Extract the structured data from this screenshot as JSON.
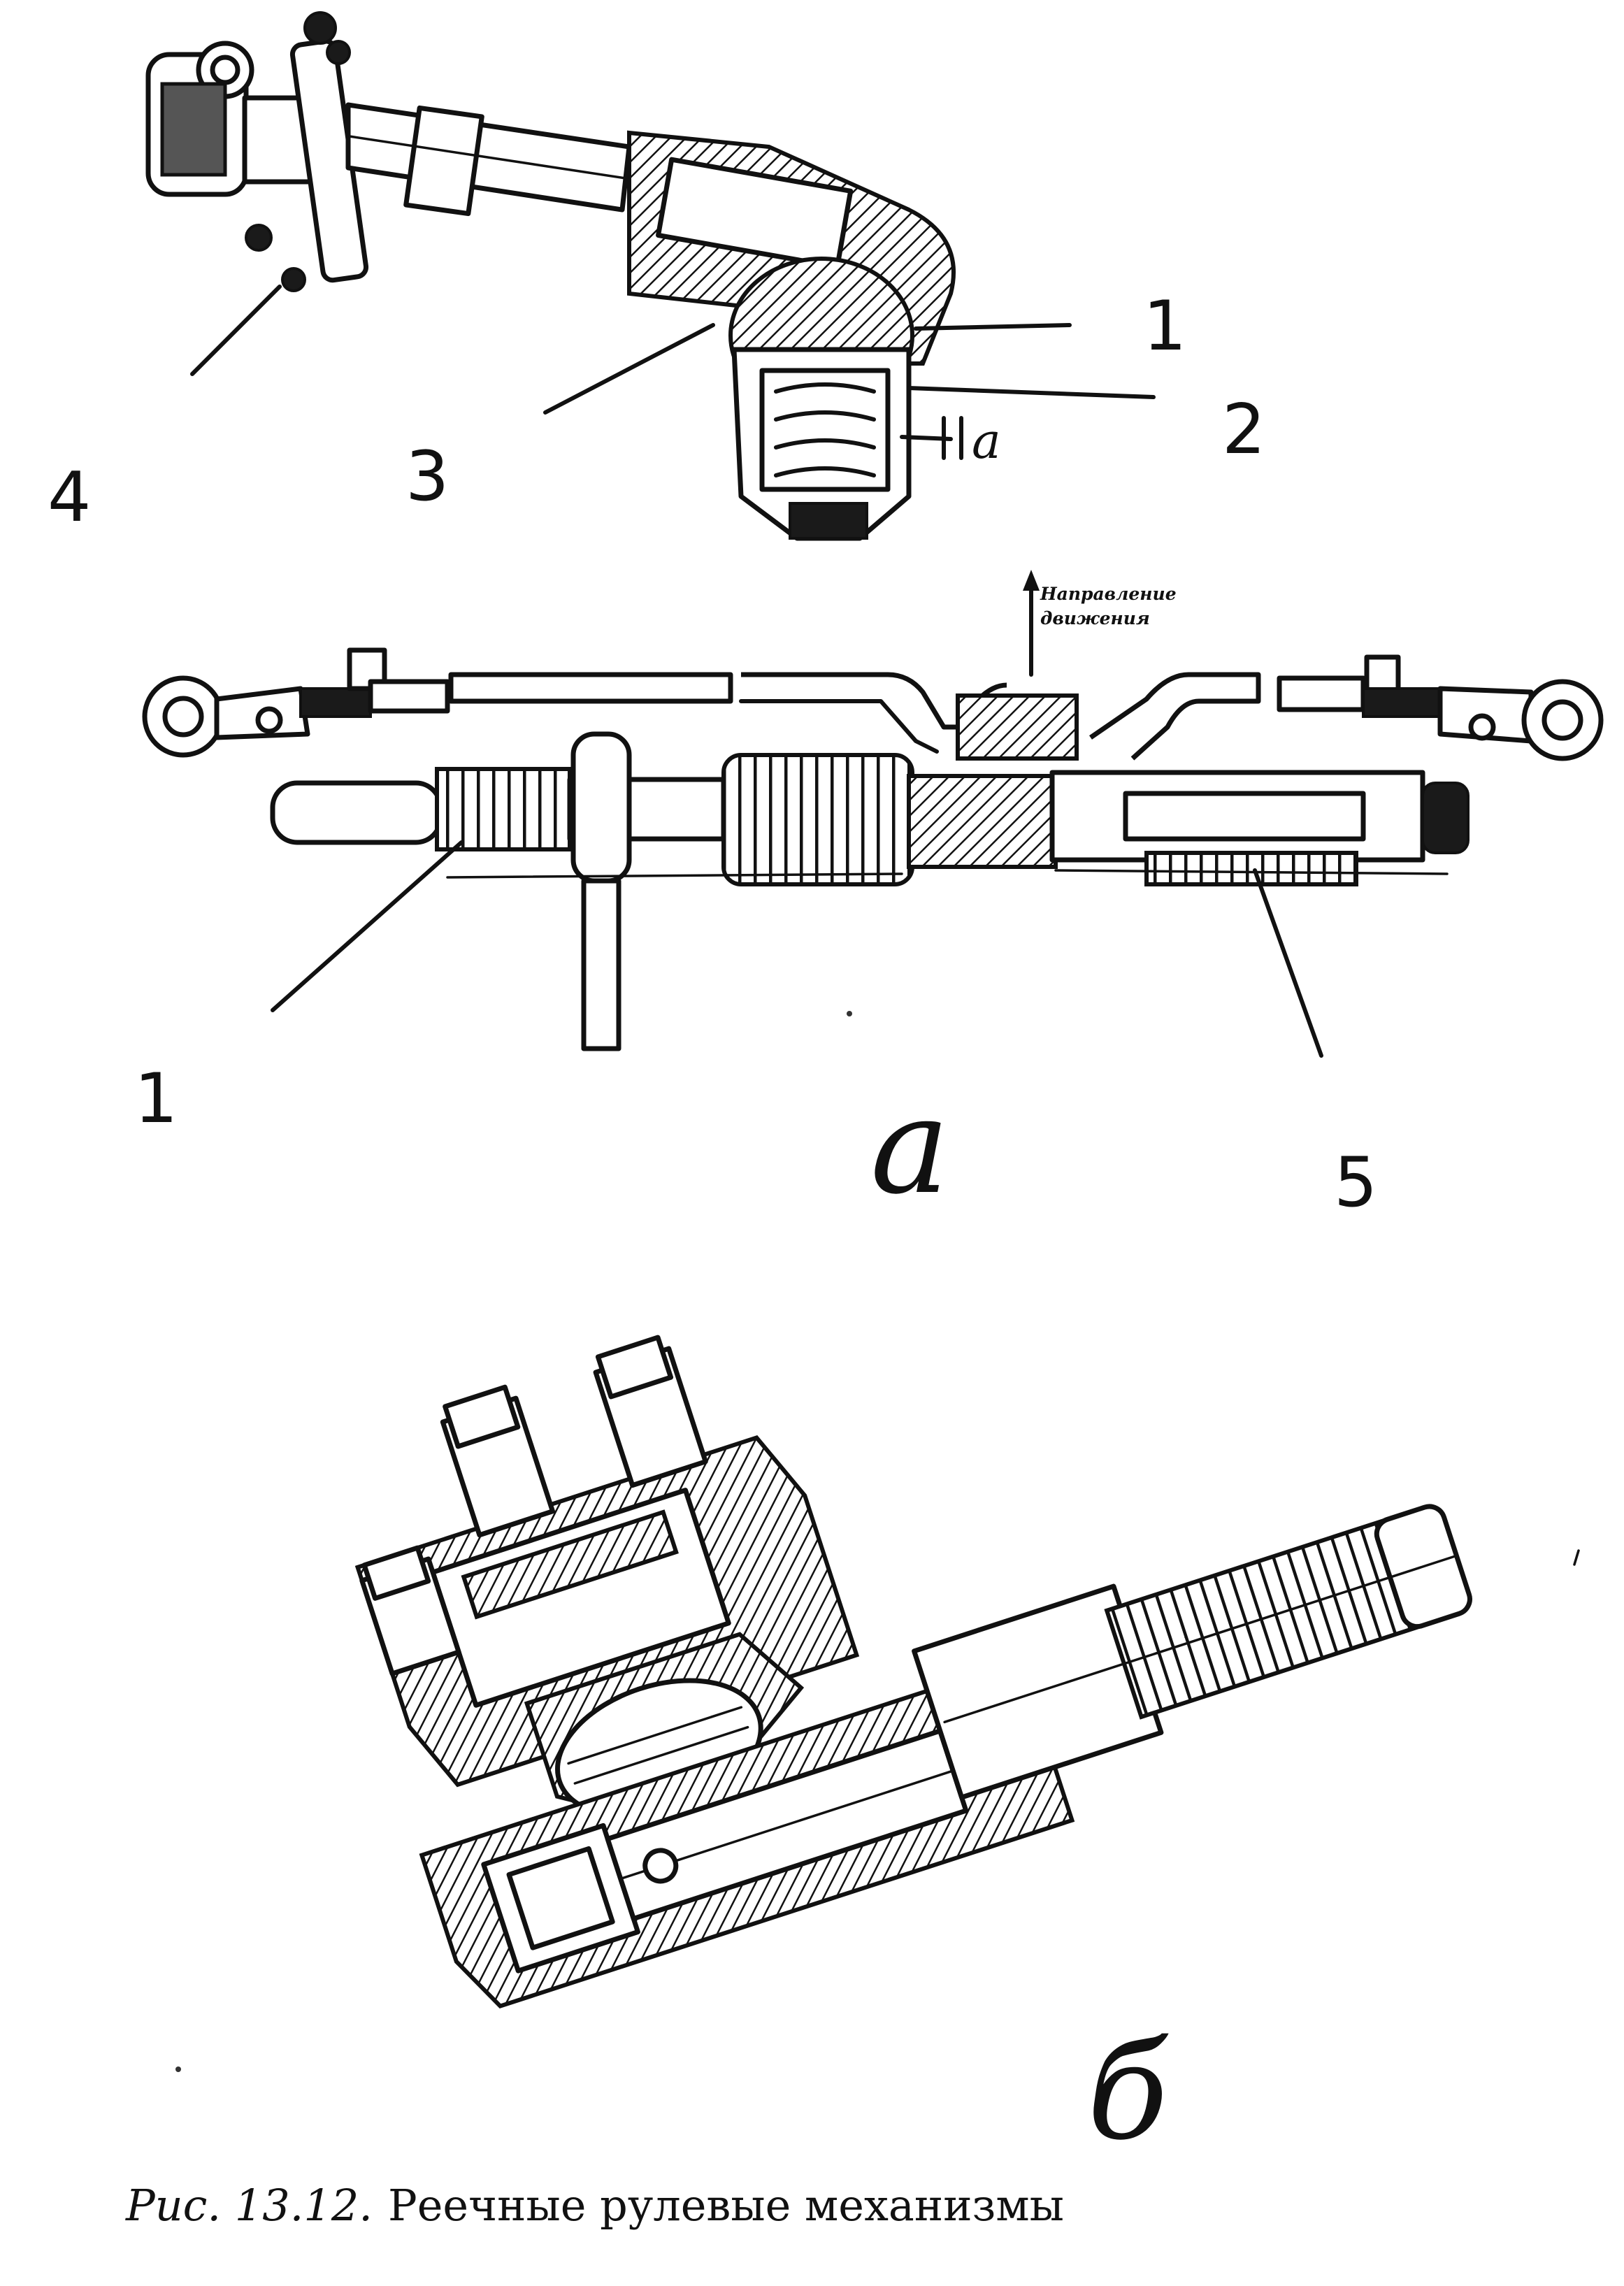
{
  "figure": {
    "top_callouts": [
      "4",
      "3",
      "1",
      "2"
    ],
    "gap_symbol": "a",
    "direction_label_line1": "Направление",
    "direction_label_line2": "движения",
    "middle_callouts": [
      "1",
      "5"
    ],
    "panel_a": "а",
    "panel_b": "б"
  },
  "caption": {
    "figure_number": "Рис. 13.12.",
    "text": "Реечные рулевые механизмы"
  }
}
